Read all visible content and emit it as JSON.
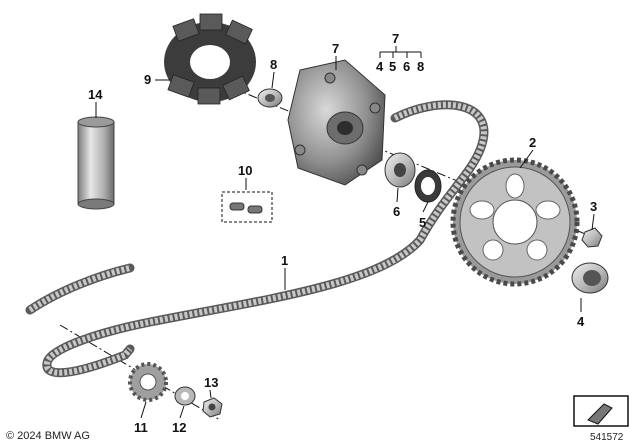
{
  "callouts": {
    "c1": "1",
    "c2": "2",
    "c3": "3",
    "c4": "4",
    "c5": "5",
    "c6": "6",
    "c7": "7",
    "c8": "8",
    "c9": "9",
    "c10": "10",
    "c11": "11",
    "c12": "12",
    "c13": "13",
    "c14": "14",
    "group7_title": "7",
    "group7_items": [
      "4",
      "5",
      "6",
      "8"
    ]
  },
  "footer": {
    "copyright": "© 2024 BMW AG",
    "diagram_id": "541572"
  },
  "colors": {
    "metal_light": "#d4d4d4",
    "metal_mid": "#a6a6a6",
    "metal_dark": "#5a5a5a",
    "rubber": "#3c3c3c",
    "line": "#111111"
  }
}
